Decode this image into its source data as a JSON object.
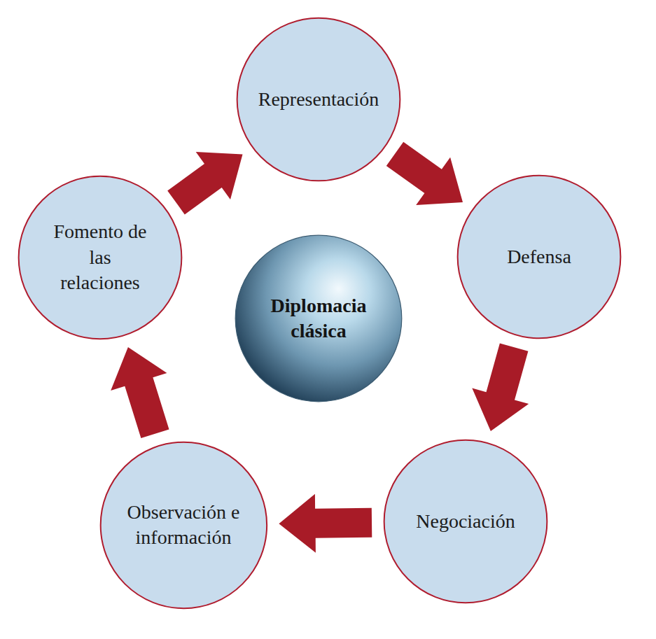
{
  "diagram": {
    "nodes": [
      {
        "text": [
          "Representación"
        ]
      },
      {
        "text": [
          "Defensa"
        ]
      },
      {
        "text": [
          "Negociación"
        ]
      },
      {
        "text": [
          "Observación e información"
        ]
      },
      {
        "text": [
          "Fomento de las relaciones"
        ]
      },
      {
        "text": [
          "Diplomacia clásica"
        ]
      }
    ],
    "edges": [
      {
        "from": 0,
        "to": 1,
        "arrow": "to"
      },
      {
        "from": 1,
        "to": 2,
        "arrow": "to"
      },
      {
        "from": 2,
        "to": 3,
        "arrow": "to"
      },
      {
        "from": 3,
        "to": 4,
        "arrow": "to"
      },
      {
        "from": 4,
        "to": 0,
        "arrow": "to"
      }
    ]
  }
}
